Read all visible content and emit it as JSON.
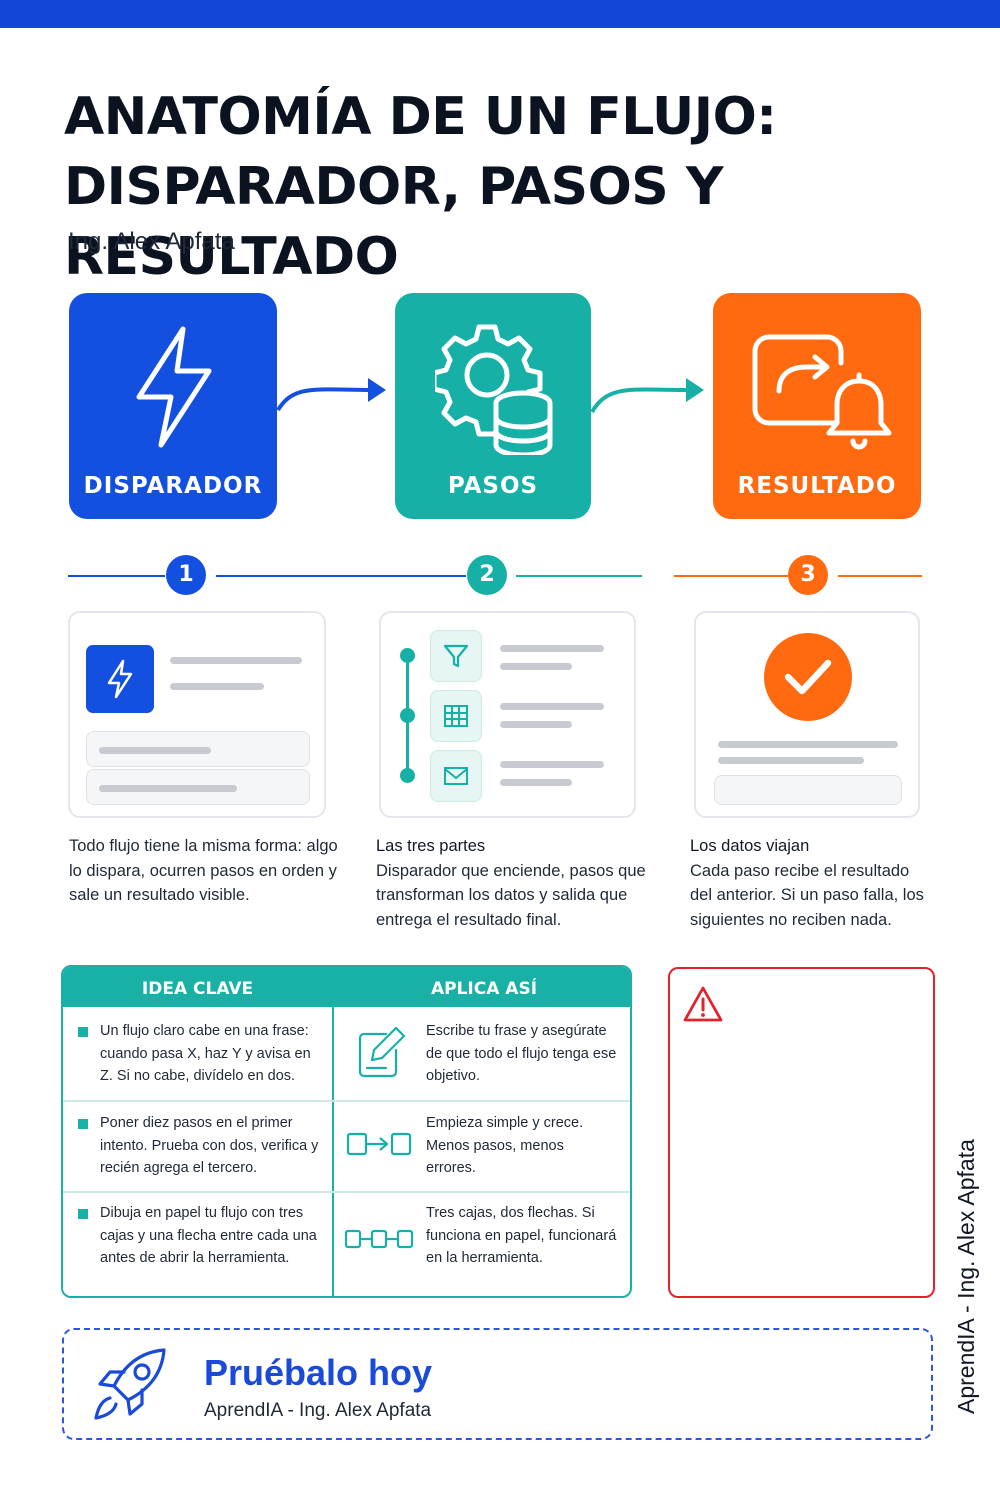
{
  "colors": {
    "blue": "#1450e0",
    "teal": "#16b0a6",
    "orange": "#ff6a10",
    "red": "#e2232b"
  },
  "header": {
    "title_line1": "ANATOMÍA DE UN FLUJO:",
    "title_line2": "DISPARADOR, PASOS Y RESULTADO",
    "author": "Ing. Alex Apfata"
  },
  "stages": [
    {
      "label": "DISPARADOR",
      "icon": "lightning-icon",
      "number": "1"
    },
    {
      "label": "PASOS",
      "icon": "gear-database-icon",
      "number": "2"
    },
    {
      "label": "RESULTADO",
      "icon": "share-bell-icon",
      "number": "3"
    }
  ],
  "descriptions": [
    {
      "heading": "",
      "text": "Todo flujo tiene la misma forma: algo lo dispara, ocurren pasos en orden y sale un resultado visible."
    },
    {
      "heading": "Las tres partes",
      "text": "Disparador que enciende, pasos que transforman los datos y salida que entrega el resultado final."
    },
    {
      "heading": "Los datos viajan",
      "text": "Cada paso recibe el resultado del anterior. Si un paso falla, los siguientes no reciben nada."
    }
  ],
  "table": {
    "col1": "IDEA CLAVE",
    "col2": "APLICA ASÍ",
    "rows": [
      {
        "idea": "Un flujo claro cabe en una frase: cuando pasa X, haz Y y avisa en Z. Si no cabe, divídelo en dos.",
        "apply": "Escribe tu frase y asegúrate de que todo el flujo tenga ese objetivo.",
        "icon": "edit-note-icon"
      },
      {
        "idea": "Poner diez pasos en el primer intento. Prueba con dos, verifica y recién agrega el tercero.",
        "apply": "Empieza simple y crece. Menos pasos, menos errores.",
        "icon": "two-boxes-arrow-icon"
      },
      {
        "idea": "Dibuja en papel tu flujo con tres cajas y una flecha entre cada una antes de abrir la herramienta.",
        "apply": "Tres cajas, dos flechas. Si funciona en papel, funcionará en la herramienta.",
        "icon": "three-boxes-chain-icon"
      }
    ]
  },
  "warning": {
    "icon": "warning-icon"
  },
  "cta": {
    "title": "Pruébalo hoy",
    "subtitle": "AprendIA - Ing. Alex Apfata",
    "icon": "rocket-icon"
  },
  "side_text": "AprendIA - Ing. Alex Apfata"
}
